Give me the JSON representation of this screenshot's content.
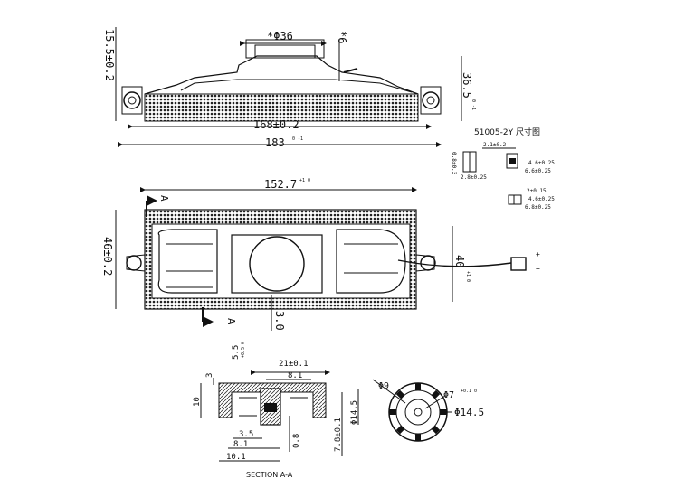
{
  "title": "51005-2Y 尺寸图",
  "top_view": {
    "phi36": "*Φ36",
    "d6": "*6",
    "d15_5": "15.5±0.2",
    "d36_5": "36.5",
    "d36_5_tol": "0 -1",
    "d168": "168±0.2",
    "d183": "183",
    "d183_tol": "0 -1"
  },
  "terminal_detail": {
    "d2_1": "2.1±0.2",
    "d0_8": "0.8±0.3",
    "d4_6a": "4.6±0.25",
    "d6_6a": "6.6±0.25",
    "d2_8": "2.8±0.25",
    "d2": "2±0.15",
    "d4_6b": "4.6±0.25",
    "d6_8": "6.8±0.25"
  },
  "front_view": {
    "d152_7": "152.7",
    "d152_7_tol": "+1 0",
    "section_mark": "A",
    "d46": "46±0.2",
    "d40": "40",
    "d40_tol": "+1 0",
    "d3_0": "3.0",
    "plus": "+",
    "minus": "−"
  },
  "section_view": {
    "d21": "21±0.1",
    "d8_1_top": "8.1",
    "d5_5": "5.5",
    "d5_5_tol": "+0.5 0",
    "d3": "3",
    "d10": "10",
    "d3_5": "3.5",
    "d8_1": "8.1",
    "d10_1": "10.1",
    "d0_8": "0.8",
    "d7_8": "7.8±0.1",
    "d14_5": "Φ14.5",
    "caption": "SECTION A-A"
  },
  "end_view": {
    "d9": "Φ9",
    "d7": "Φ7",
    "d7_tol": "+0.1 0",
    "d14_5": "Φ14.5"
  }
}
